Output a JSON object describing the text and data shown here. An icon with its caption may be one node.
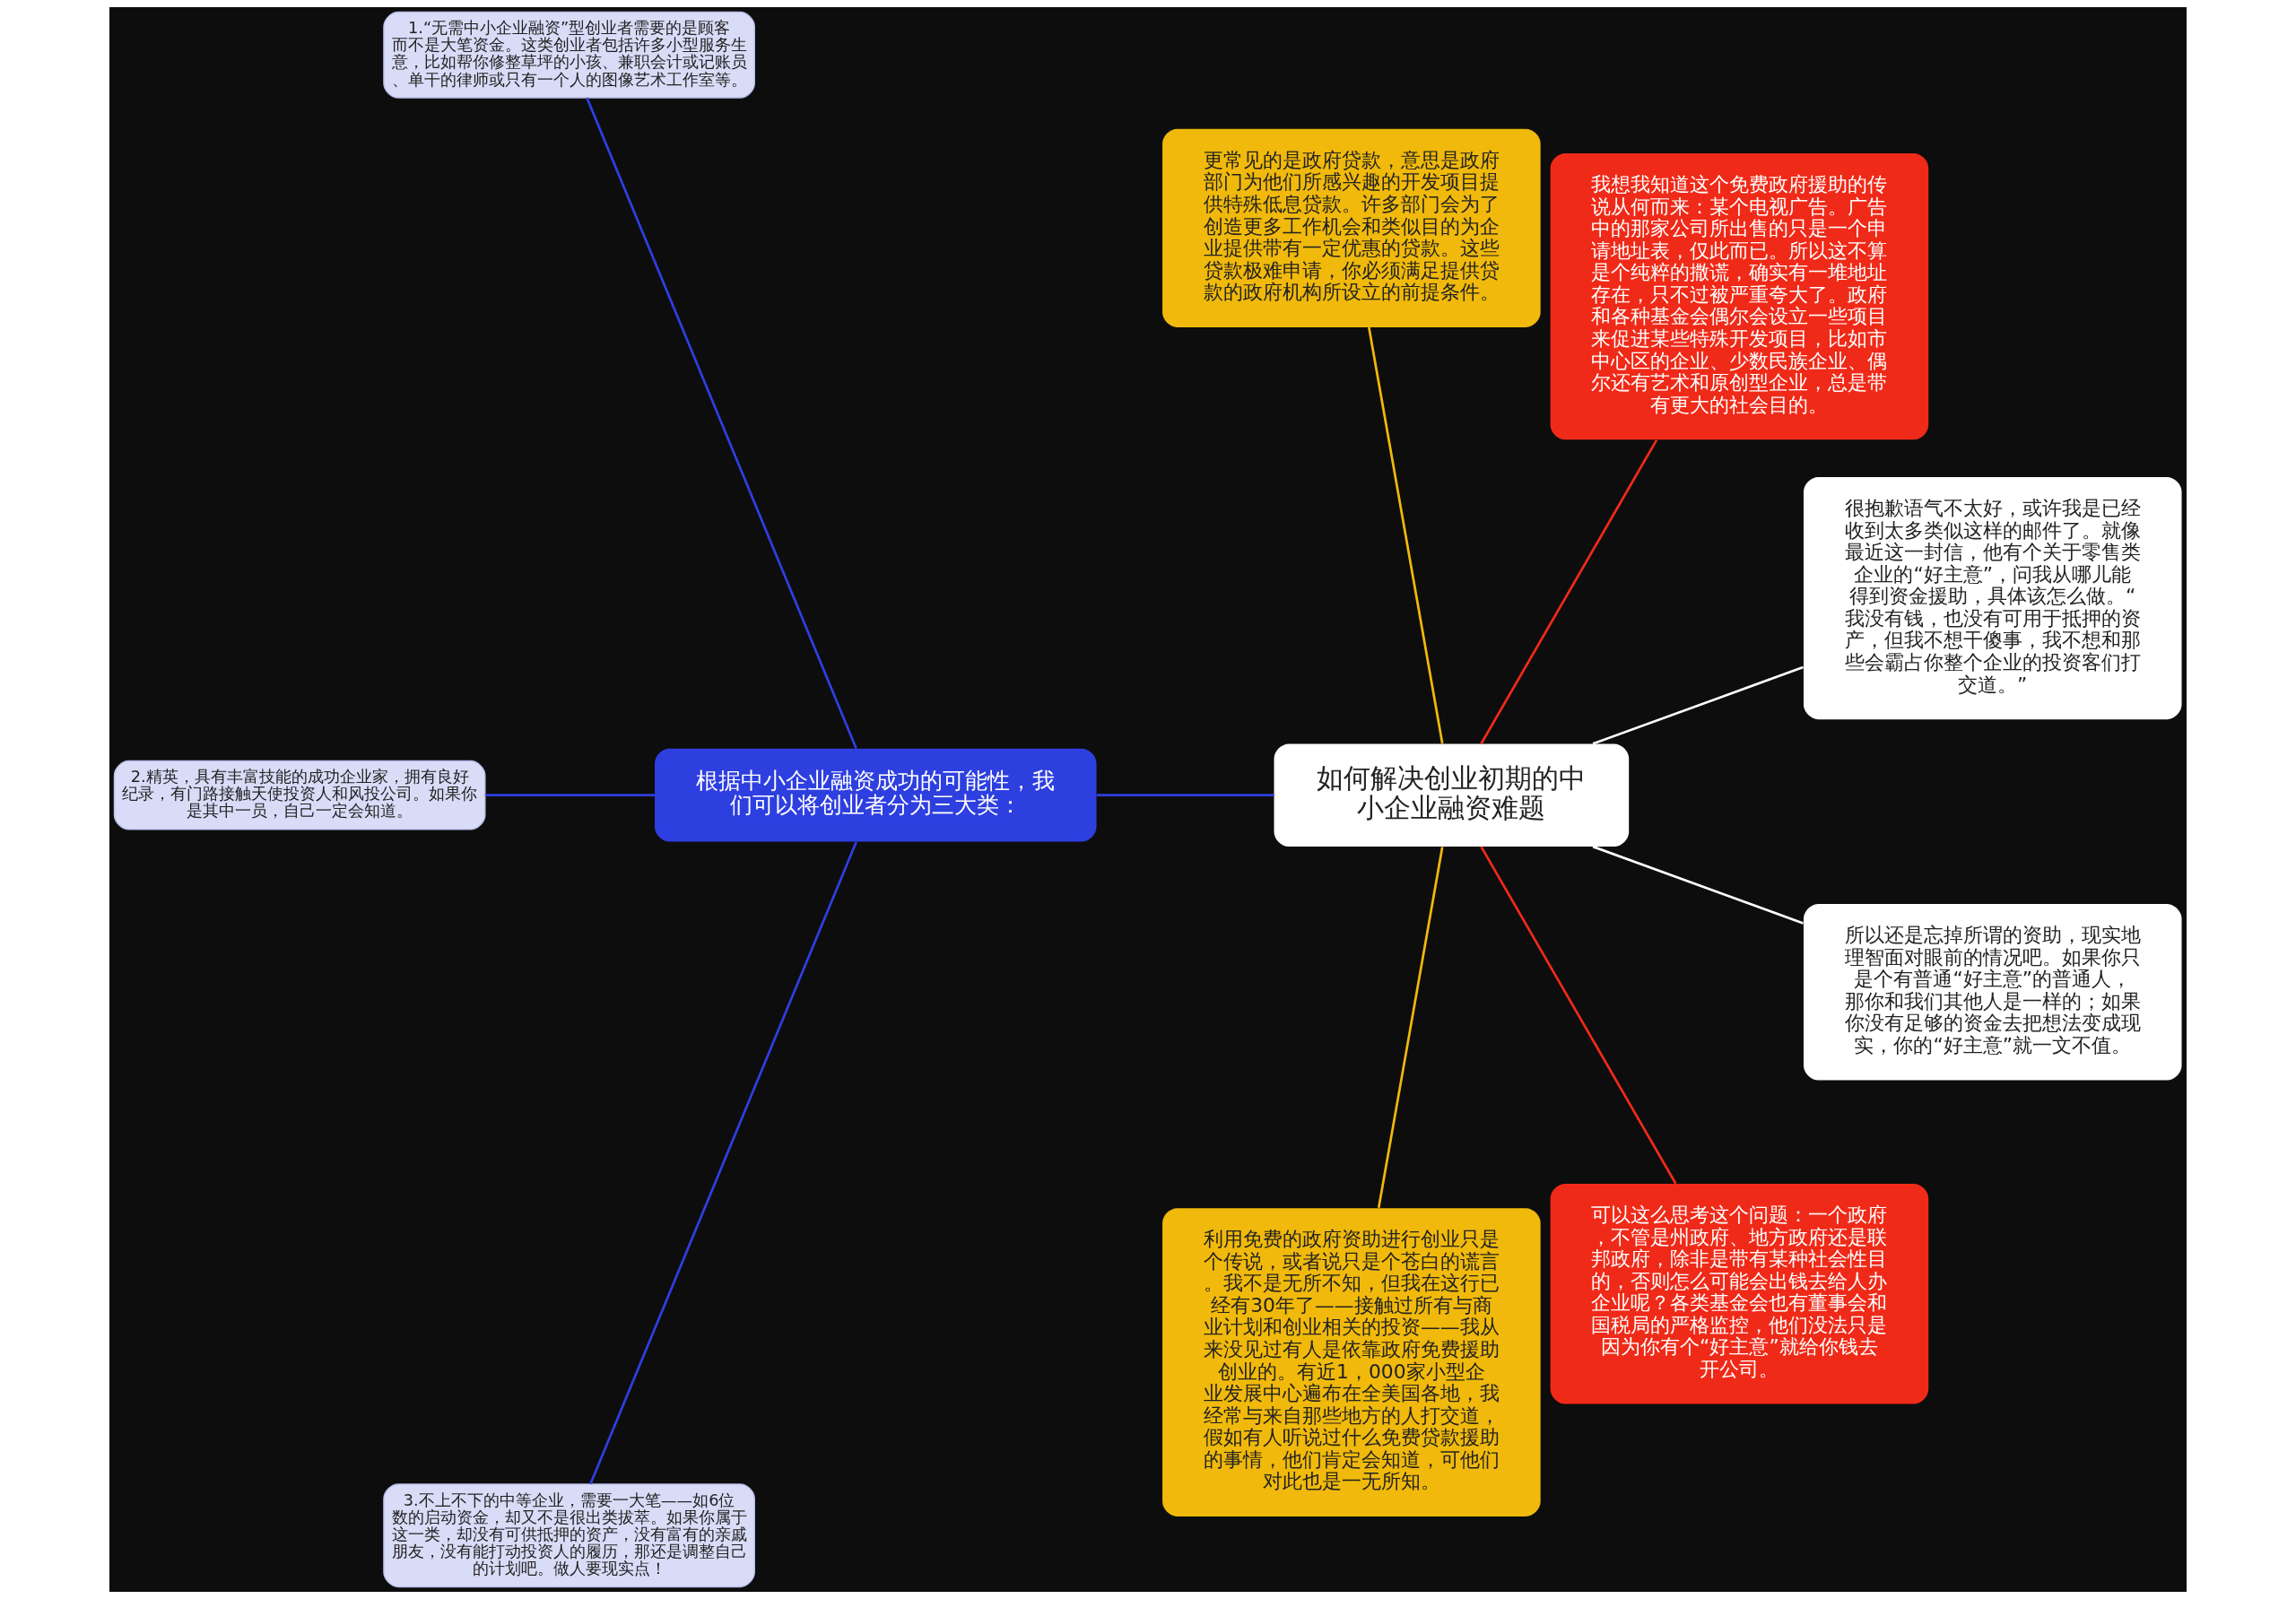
{
  "diagram": {
    "nodes": [
      {
        "text": [
          "如何解决创业初期的中小企业融资难题"
        ]
      },
      {
        "text": [
          "很抱歉语气不太好，或许我是已经收到太多类似这样的邮件了。就像最近这一封信，他有个关于零售类企业的“好主意”，问我从哪儿能得到资金援助，具体该怎么做。“我没有钱，也没有可用于抵押的资产，但我不想干傻事，我不想和那些会霸占你整个企业的投资客们打交道。”"
        ]
      },
      {
        "text": [
          "我想我知道这个免费政府援助的传说从何而来：某个电视广告。广告中的那家公司所出售的只是一个申请地址表，仅此而已。所以这不算是个纯粹的撒谎，确实有一堆地址存在，只不过被严重夸大了。政府和各种基金会偶尔会设立一些项目来促进某些特殊开发项目，比如市中心区的企业、少数民族企业、偶尔还有艺术和原创型企业，总是带有更大的社会目的。"
        ]
      },
      {
        "text": [
          "更常见的是政府贷款，意思是政府部门为他们所感兴趣的开发项目提供特殊低息贷款。许多部门会为了创造更多工作机会和类似目的为企业提供带有一定优惠的贷款。这些贷款极难申请，你必须满足提供贷款的政府机构所设立的前提条件。"
        ]
      },
      {
        "text": [
          "根据中小企业融资成功的可能性，我们可以将创业者分为三大类："
        ]
      },
      {
        "text": [
          "1.“无需中小企业融资”型创业者需要的是顾客而不是大笔资金。这类创业者包括许多小型服务生意，比如帮你修整草坪的小孩、兼职会计或记账员、单干的律师或只有一个人的图像艺术工作室等。"
        ]
      },
      {
        "text": [
          "2.精英，具有丰富技能的成功企业家，拥有良好纪录，有门路接触天使投资人和风投公司。如果你是其中一员，自己一定会知道。"
        ]
      },
      {
        "text": [
          "3.不上不下的中等企业，需要一大笔——如6位数的启动资金，却又不是很出类拔萃。如果你属于这一类，却没有可供抵押的资产，没有富有的亲戚朋友，没有能打动投资人的履历，那还是调整自己的计划吧。做人要现实点！"
        ]
      },
      {
        "text": [
          "利用免费的政府资助进行创业只是个传说，或者说只是个苍白的谎言。我不是无所不知，但我在这行已经有30年了——接触过所有与商业计划和创业相关的投资——我从来没见过有人是依靠政府免费援助创业的。有近1，000家小型企业发展中心遍布在全美国各地，我经常与来自那些地方的人打交道，假如有人听说过什么免费贷款援助的事情，他们肯定会知道，可他们对此也是一无所知。"
        ]
      },
      {
        "text": [
          "可以这么思考这个问题：一个政府，不管是州政府、地方政府还是联邦政府，除非是带有某种社会性目的，否则怎么可能会出钱去给人办企业呢？各类基金会也有董事会和国税局的严格监控，他们没法只是因为你有个“好主意”就给你钱去开公司。"
        ]
      },
      {
        "text": [
          "所以还是忘掉所谓的资助，现实地理智面对眼前的情况吧。如果你只是个有普通“好主意”的普通人，那你和我们其他人是一样的；如果你没有足够的资金去把想法变成现实，你的“好主意”就一文不值。"
        ]
      }
    ],
    "edges": [
      {
        "from": 0,
        "to": 8,
        "arrow": "none",
        "color": "#f0b90b"
      },
      {
        "from": 0,
        "to": 9,
        "arrow": "none",
        "color": "#f02a18"
      },
      {
        "from": 0,
        "to": 10,
        "arrow": "none",
        "color": "#ffffff"
      },
      {
        "from": 0,
        "to": 1,
        "arrow": "none",
        "color": "#ffffff"
      },
      {
        "from": 0,
        "to": 2,
        "arrow": "none",
        "color": "#f02a18"
      },
      {
        "from": 0,
        "to": 3,
        "arrow": "none",
        "color": "#f0b90b"
      },
      {
        "from": 0,
        "to": 4,
        "arrow": "none",
        "color": "#2e3fe0"
      },
      {
        "from": 4,
        "to": 5,
        "arrow": "none",
        "color": "#2e3fe0"
      },
      {
        "from": 4,
        "to": 6,
        "arrow": "none",
        "color": "#2e3fe0"
      },
      {
        "from": 4,
        "to": 7,
        "arrow": "none",
        "color": "#2e3fe0"
      }
    ]
  }
}
